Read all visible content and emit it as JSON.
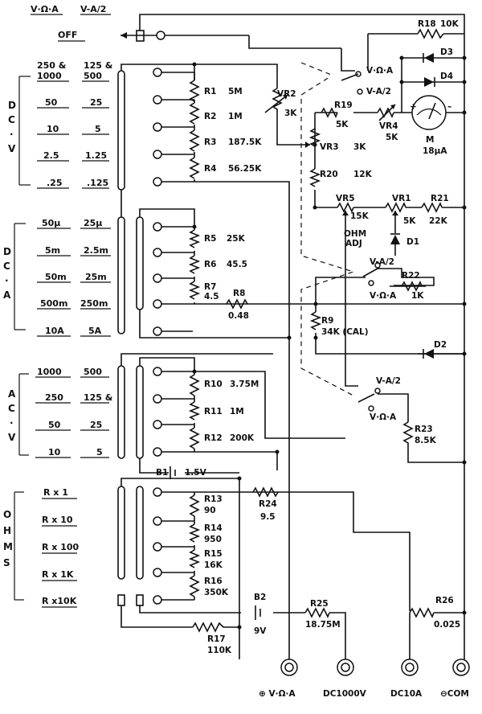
{
  "header": {
    "col1": "V·Ω·A",
    "col2": "V-A/2",
    "off": "OFF"
  },
  "sections": {
    "dcv": {
      "title": [
        "D",
        "C",
        "·",
        "V"
      ],
      "ranges": [
        [
          "250 &",
          "125 &"
        ],
        [
          "1000",
          "500"
        ],
        [
          "50",
          "25"
        ],
        [
          "10",
          "5"
        ],
        [
          "2.5",
          "1.25"
        ],
        [
          ".25",
          ".125"
        ]
      ]
    },
    "dca": {
      "title": [
        "D",
        "C",
        "·",
        "A"
      ],
      "ranges": [
        [
          "50μ",
          "25μ"
        ],
        [
          "5m",
          "2.5m"
        ],
        [
          "50m",
          "25m"
        ],
        [
          "500m",
          "250m"
        ],
        [
          "10A",
          "5A"
        ]
      ]
    },
    "acv": {
      "title": [
        "A",
        "C",
        "·",
        "V"
      ],
      "ranges": [
        [
          "1000",
          "500"
        ],
        [
          "250",
          "125 &"
        ],
        [
          "50",
          "25"
        ],
        [
          "10",
          "5"
        ]
      ]
    },
    "ohms": {
      "title": [
        "O",
        "H",
        "M",
        "S"
      ],
      "ranges": [
        "R x 1",
        "R x 10",
        "R x 100",
        "R x 1K",
        "R x10K"
      ]
    }
  },
  "components": {
    "R1": [
      "R1",
      "5M"
    ],
    "R2": [
      "R2",
      "1M"
    ],
    "R3": [
      "R3",
      "187.5K"
    ],
    "R4": [
      "R4",
      "56.25K"
    ],
    "R5": [
      "R5",
      "25K"
    ],
    "R6": [
      "R6",
      "45.5"
    ],
    "R7": [
      "R7",
      "4.5"
    ],
    "R8": [
      "R8",
      "0.48"
    ],
    "R9": [
      "R9",
      "34K (CAL)"
    ],
    "R10": [
      "R10",
      "3.75M"
    ],
    "R11": [
      "R11",
      "1M"
    ],
    "R12": [
      "R12",
      "200K"
    ],
    "R13": [
      "R13",
      "90"
    ],
    "R14": [
      "R14",
      "950"
    ],
    "R15": [
      "R15",
      "16K"
    ],
    "R16": [
      "R16",
      "350K"
    ],
    "R17": [
      "R17",
      "110K"
    ],
    "R18": [
      "R18",
      "10K"
    ],
    "R19": [
      "R19",
      "5K"
    ],
    "R20": [
      "R20",
      "12K"
    ],
    "R21": [
      "R21",
      "22K"
    ],
    "R22": [
      "R22",
      "1K"
    ],
    "R23": [
      "R23",
      "8.5K"
    ],
    "R24": [
      "R24",
      "9.5"
    ],
    "R25": [
      "R25",
      "18.75M"
    ],
    "R26": [
      "R26",
      "0.025"
    ],
    "VR1": [
      "VR1",
      "5K"
    ],
    "VR2": [
      "VR2",
      "3K"
    ],
    "VR3": [
      "VR3",
      "3K"
    ],
    "VR4": [
      "VR4",
      "5K"
    ],
    "VR5": [
      "VR5",
      "15K"
    ],
    "B1": [
      "B1",
      "1.5V"
    ],
    "B2": [
      "B2",
      "9V"
    ],
    "D1": "D1",
    "D2": "D2",
    "D3": "D3",
    "D4": "D4",
    "M": [
      "M",
      "18μA"
    ],
    "ohm_adj": [
      "OHM",
      "ADJ"
    ]
  },
  "switch_labels": {
    "sw1_top": "V·Ω·A",
    "sw1_bot": "V-A/2",
    "sw2_top": "V-A/2",
    "sw2_bot": "V·Ω·A",
    "sw3_top": "V-A/2",
    "sw3_bot": "V·Ω·A"
  },
  "meter_polarity": {
    "plus": "+",
    "minus": "–"
  },
  "jacks": [
    "⊕ V·Ω·A",
    "DC1000V",
    "DC10A",
    "⊖COM"
  ]
}
